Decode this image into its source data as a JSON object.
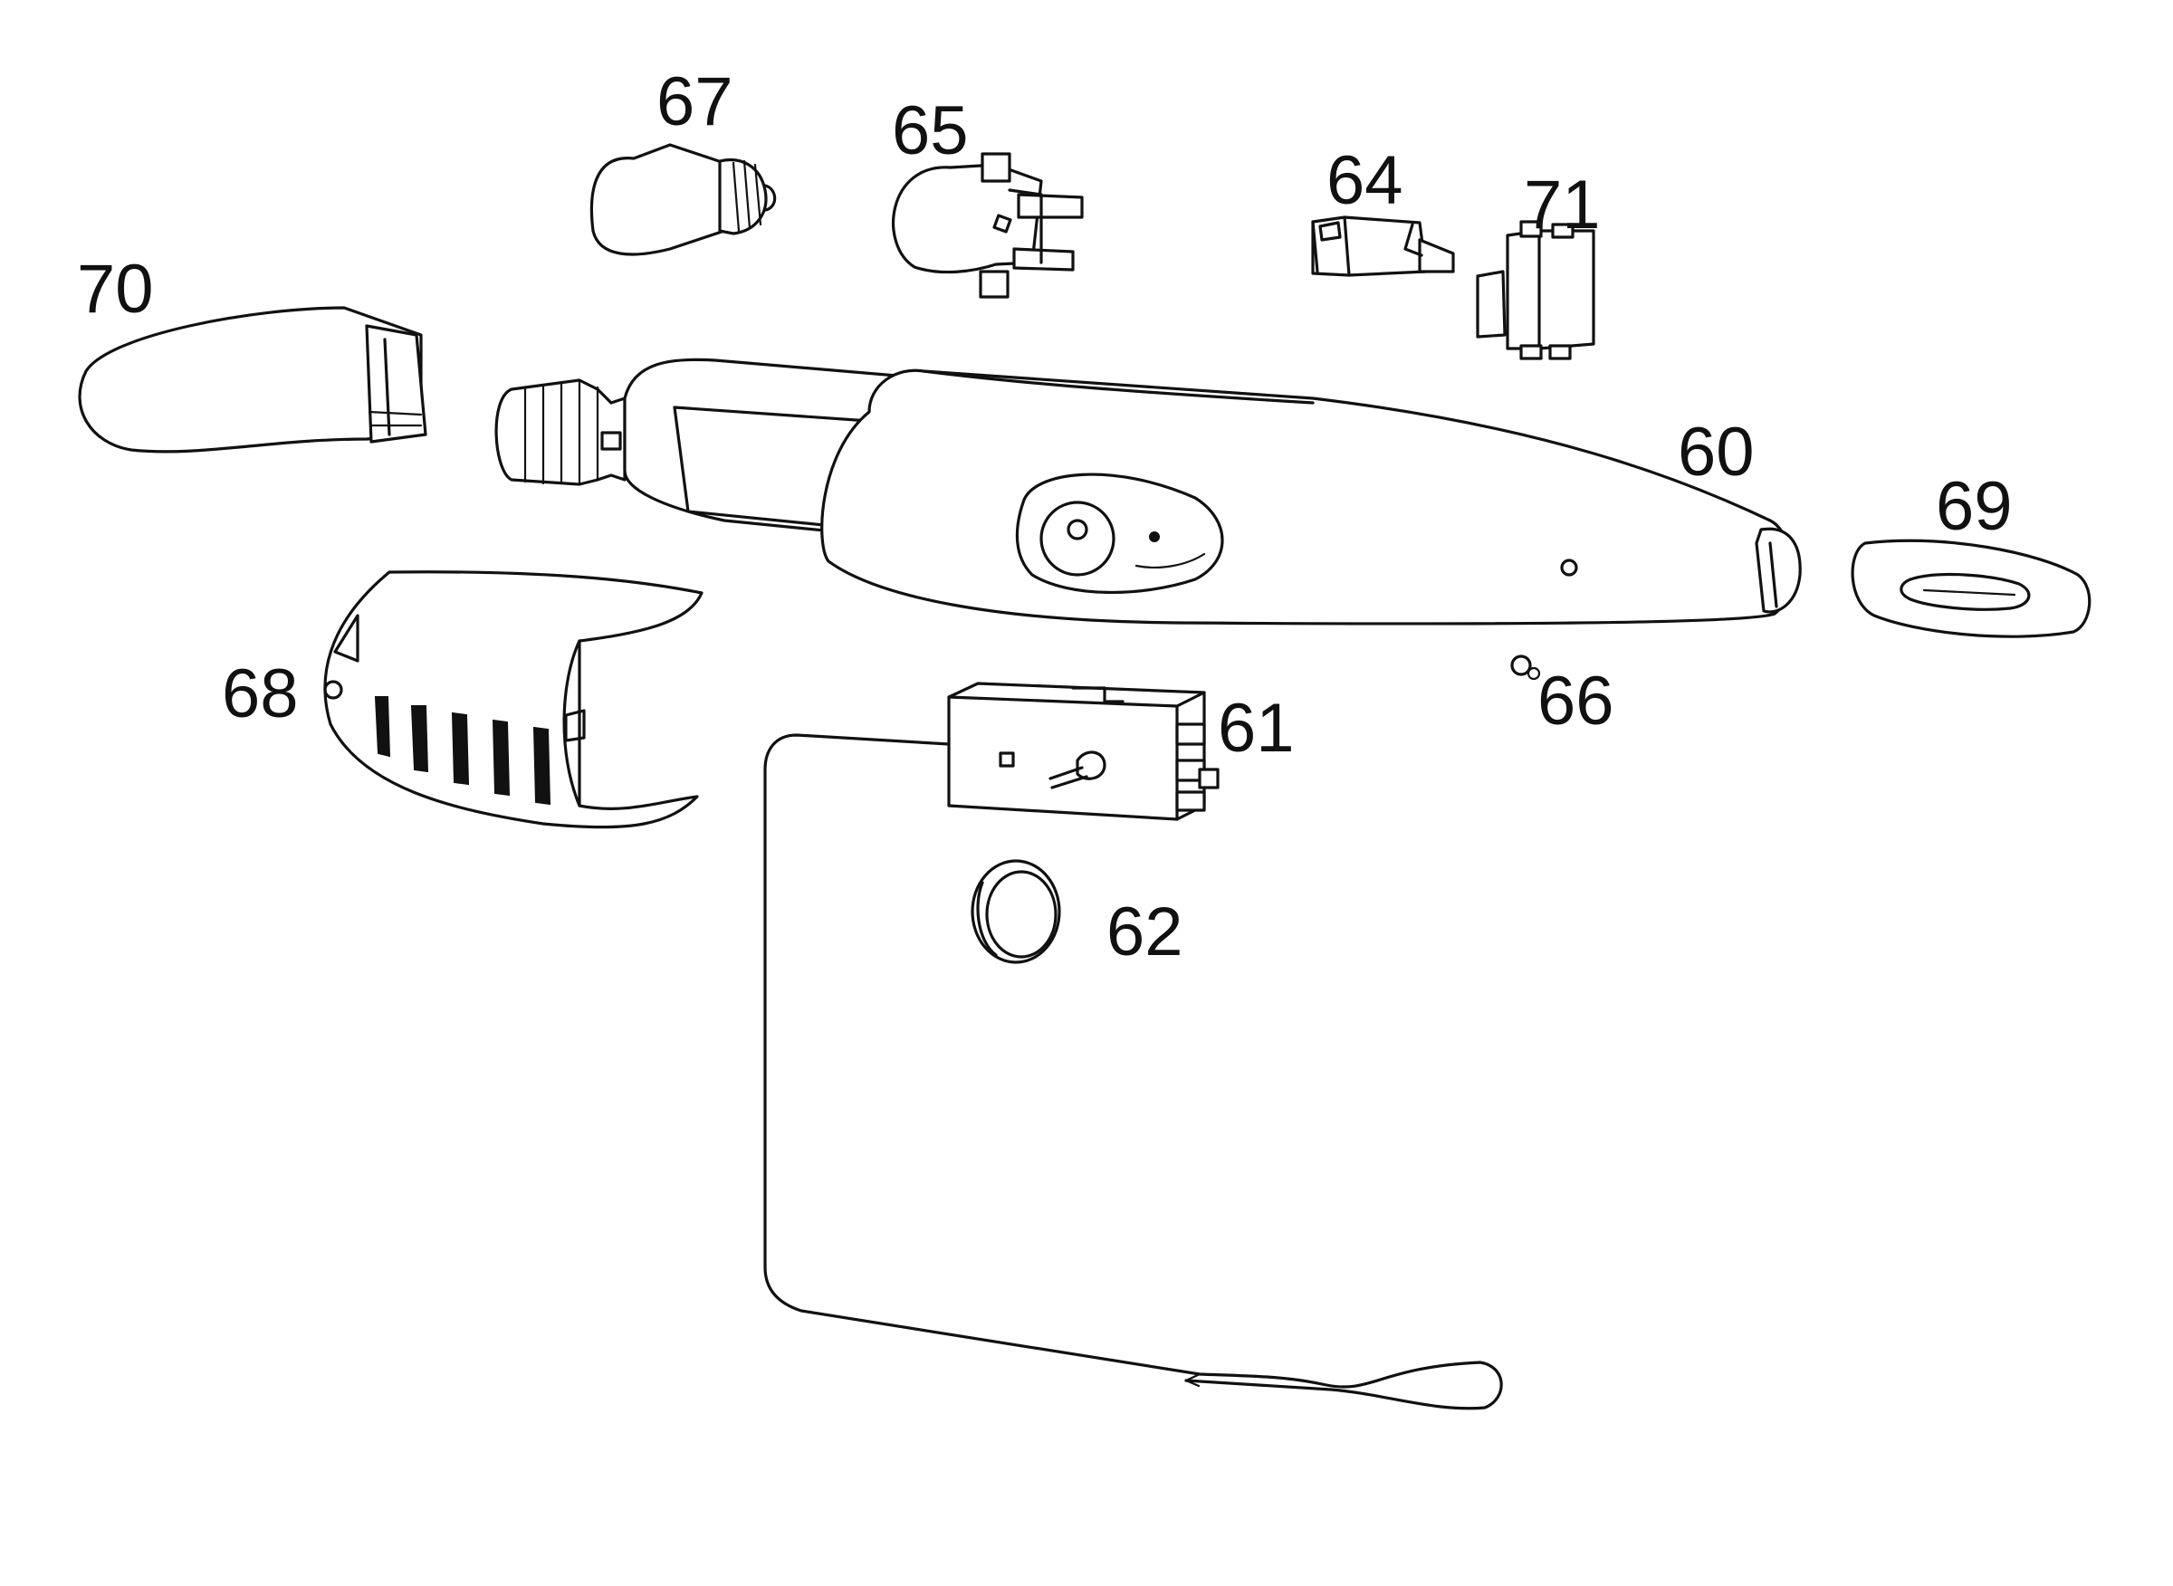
{
  "diagram": {
    "labels": {
      "p60": "60",
      "p61": "61",
      "p62": "62",
      "p64": "64",
      "p65": "65",
      "p66": "66",
      "p67": "67",
      "p68": "68",
      "p69": "69",
      "p70": "70",
      "p71": "71"
    }
  }
}
